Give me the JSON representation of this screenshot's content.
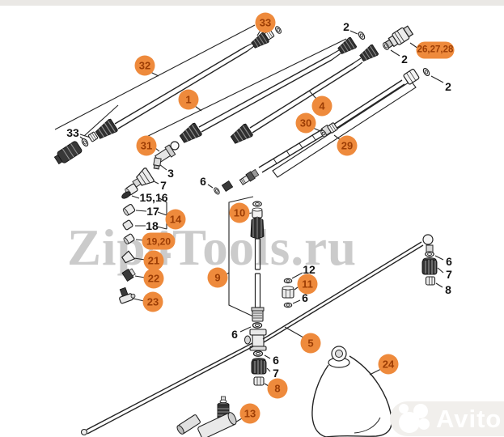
{
  "watermarks": {
    "site_text": "Zip4Tools.ru",
    "brand_text": "Avito"
  },
  "colors": {
    "badge_bg": "#EE8A3C",
    "badge_text": "#9C3D05",
    "line": "#222222",
    "site_watermark": "#CBCBCB",
    "avito_band": "#F1EFEC"
  },
  "diagram": {
    "orange_badges": [
      {
        "text": "32"
      },
      {
        "text": "1"
      },
      {
        "text": "33"
      },
      {
        "text": "26,27,28"
      },
      {
        "text": "4"
      },
      {
        "text": "30"
      },
      {
        "text": "29"
      },
      {
        "text": "31"
      },
      {
        "text": "14"
      },
      {
        "text": "19,20"
      },
      {
        "text": "21"
      },
      {
        "text": "22"
      },
      {
        "text": "23"
      },
      {
        "text": "10"
      },
      {
        "text": "9"
      },
      {
        "text": "11"
      },
      {
        "text": "5"
      },
      {
        "text": "8"
      },
      {
        "text": "13"
      },
      {
        "text": "24"
      }
    ],
    "black_labels": [
      {
        "text": "33"
      },
      {
        "text": "2"
      },
      {
        "text": "2"
      },
      {
        "text": "2"
      },
      {
        "text": "3"
      },
      {
        "text": "7"
      },
      {
        "text": "15,16"
      },
      {
        "text": "17"
      },
      {
        "text": "18"
      },
      {
        "text": "6"
      },
      {
        "text": "12"
      },
      {
        "text": "6"
      },
      {
        "text": "6"
      },
      {
        "text": "6"
      },
      {
        "text": "7"
      },
      {
        "text": "6"
      },
      {
        "text": "7"
      },
      {
        "text": "8"
      }
    ]
  }
}
